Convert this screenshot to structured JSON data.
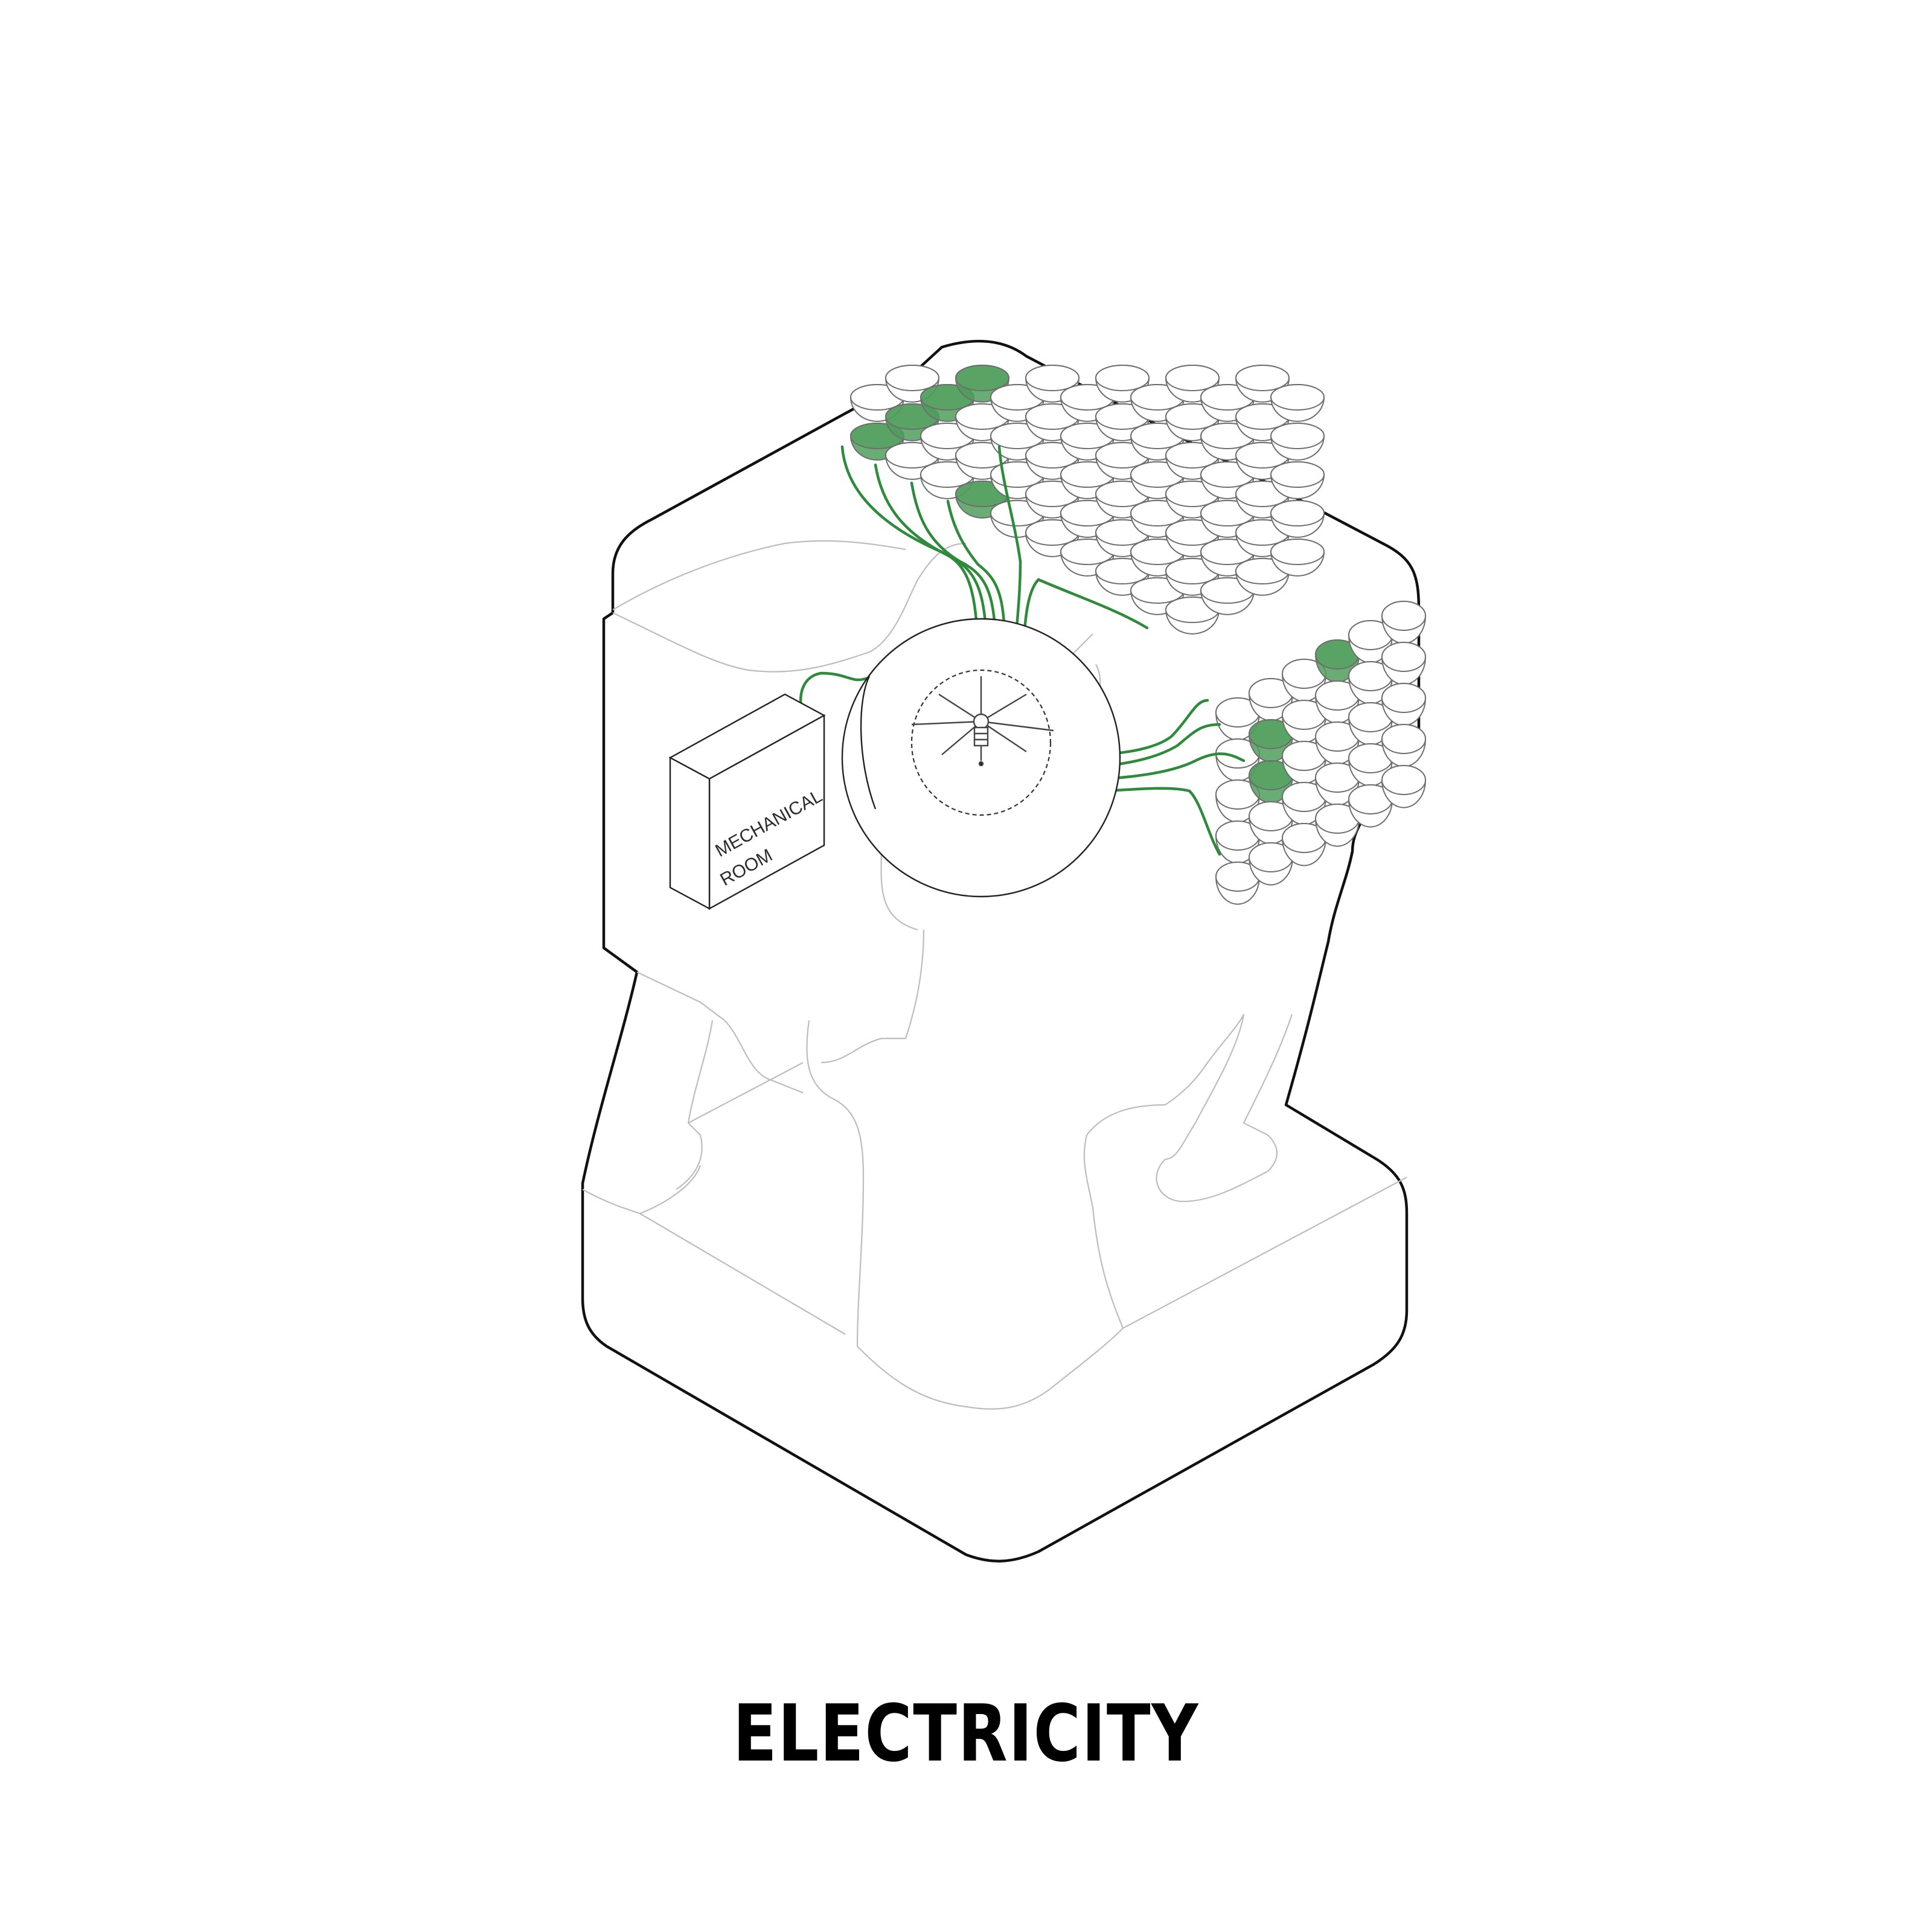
{
  "title": "ELECTRICITY",
  "labels": {
    "mechanical_room_line1": "MECHANICAL",
    "mechanical_room_line2": "ROOM"
  },
  "colors": {
    "cable": "#2e8b3c",
    "dome_active": "#4f9e5c",
    "outline": "#111111"
  }
}
